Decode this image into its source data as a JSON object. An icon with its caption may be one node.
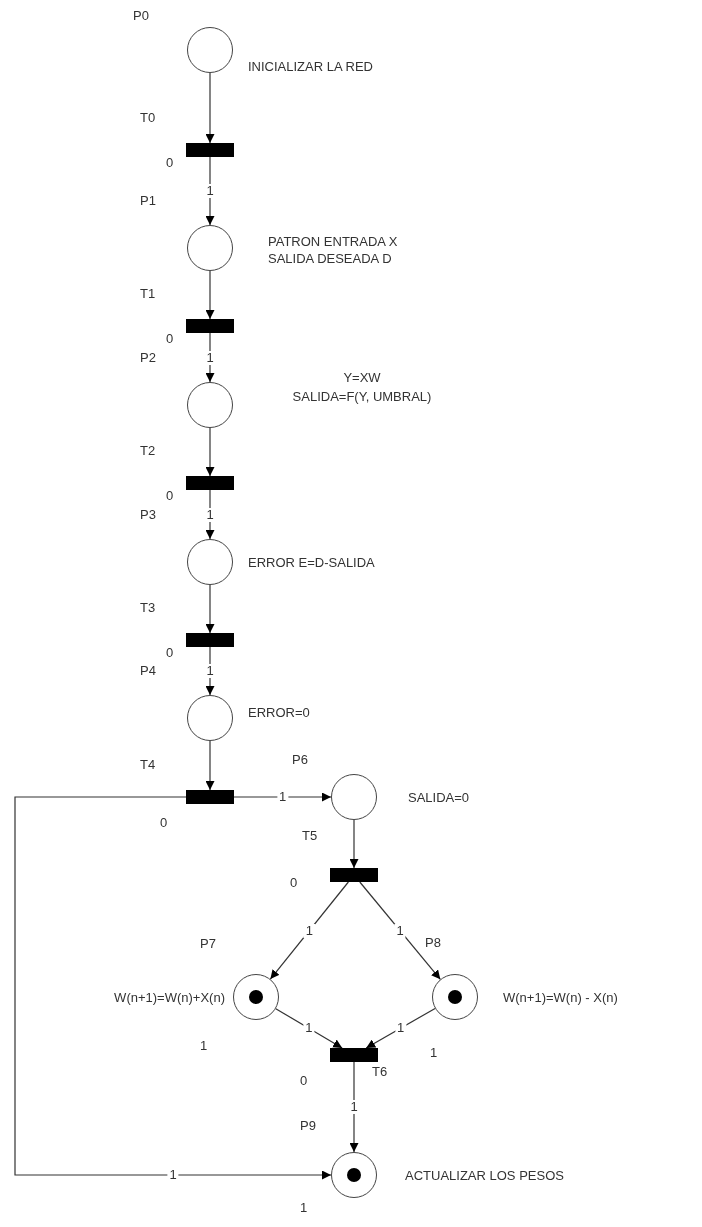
{
  "diagram": {
    "nodes": [
      {
        "text": [
          "P0"
        ],
        "beside": [
          "INICIALIZAR LA RED"
        ]
      },
      {
        "text": [
          "T0"
        ],
        "beside": [
          "0"
        ]
      },
      {
        "text": [
          "P1"
        ],
        "beside": [
          "PATRON ENTRADA X SALIDA DESEADA D"
        ]
      },
      {
        "text": [
          "T1"
        ],
        "beside": [
          "0"
        ]
      },
      {
        "text": [
          "P2"
        ],
        "beside": [
          "Y=XW",
          "SALIDA=F(Y, UMBRAL)"
        ]
      },
      {
        "text": [
          "T2"
        ],
        "beside": [
          "0"
        ]
      },
      {
        "text": [
          "P3"
        ],
        "beside": [
          "ERROR E=D-SALIDA"
        ]
      },
      {
        "text": [
          "T3"
        ],
        "beside": [
          "0"
        ]
      },
      {
        "text": [
          "P4"
        ],
        "beside": [
          "ERROR=0"
        ]
      },
      {
        "text": [
          "T4"
        ],
        "beside": [
          "0"
        ]
      },
      {
        "text": [
          "P6"
        ],
        "beside": [
          "SALIDA=0"
        ]
      },
      {
        "text": [
          "T5"
        ],
        "beside": [
          "0"
        ]
      },
      {
        "text": [
          "P7"
        ],
        "beside": [
          "W(n+1)=W(n)+X(n)",
          "1"
        ]
      },
      {
        "text": [
          "P8"
        ],
        "beside": [
          "W(n+1)=W(n) - X(n)",
          "1"
        ]
      },
      {
        "text": [
          "T6"
        ],
        "beside": [
          "0"
        ]
      },
      {
        "text": [
          "P9"
        ],
        "beside": [
          "ACTUALIZAR LOS PESOS",
          "1"
        ]
      }
    ],
    "edges": [
      {
        "from": 0,
        "to": 1,
        "arrow": "to"
      },
      {
        "from": 1,
        "to": 2,
        "arrow": "to",
        "label": "1"
      },
      {
        "from": 2,
        "to": 3,
        "arrow": "to"
      },
      {
        "from": 3,
        "to": 4,
        "arrow": "to",
        "label": "1"
      },
      {
        "from": 4,
        "to": 5,
        "arrow": "to"
      },
      {
        "from": 5,
        "to": 6,
        "arrow": "to",
        "label": "1"
      },
      {
        "from": 6,
        "to": 7,
        "arrow": "to"
      },
      {
        "from": 7,
        "to": 8,
        "arrow": "to",
        "label": "1"
      },
      {
        "from": 8,
        "to": 9,
        "arrow": "to"
      },
      {
        "from": 9,
        "to": 10,
        "arrow": "to",
        "label": "1"
      },
      {
        "from": 9,
        "to": 15,
        "arrow": "to",
        "label": "1"
      },
      {
        "from": 10,
        "to": 11,
        "arrow": "to"
      },
      {
        "from": 11,
        "to": 12,
        "arrow": "to",
        "label": "1"
      },
      {
        "from": 11,
        "to": 13,
        "arrow": "to",
        "label": "1"
      },
      {
        "from": 12,
        "to": 14,
        "arrow": "to",
        "label": "1"
      },
      {
        "from": 13,
        "to": 14,
        "arrow": "to",
        "label": "1"
      },
      {
        "from": 14,
        "to": 15,
        "arrow": "to",
        "label": "1"
      }
    ]
  }
}
